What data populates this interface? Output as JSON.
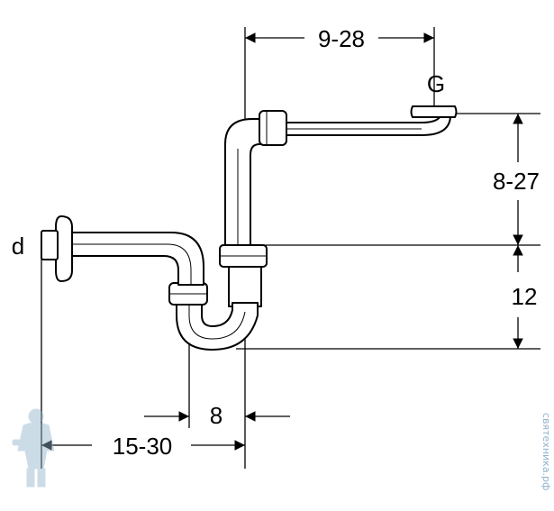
{
  "dimensions": {
    "top_offset": "9-28",
    "height_upper": "8-27",
    "outlet_label": "d",
    "inlet_label": "G",
    "height_lower": "12",
    "gap": "8",
    "bottom_offset": "15-30"
  },
  "watermark": {
    "site": "святехника.рф"
  },
  "colors": {
    "line": "#000000",
    "pipe_fill": "#ffffff",
    "watermark": "#8fb3cc"
  }
}
